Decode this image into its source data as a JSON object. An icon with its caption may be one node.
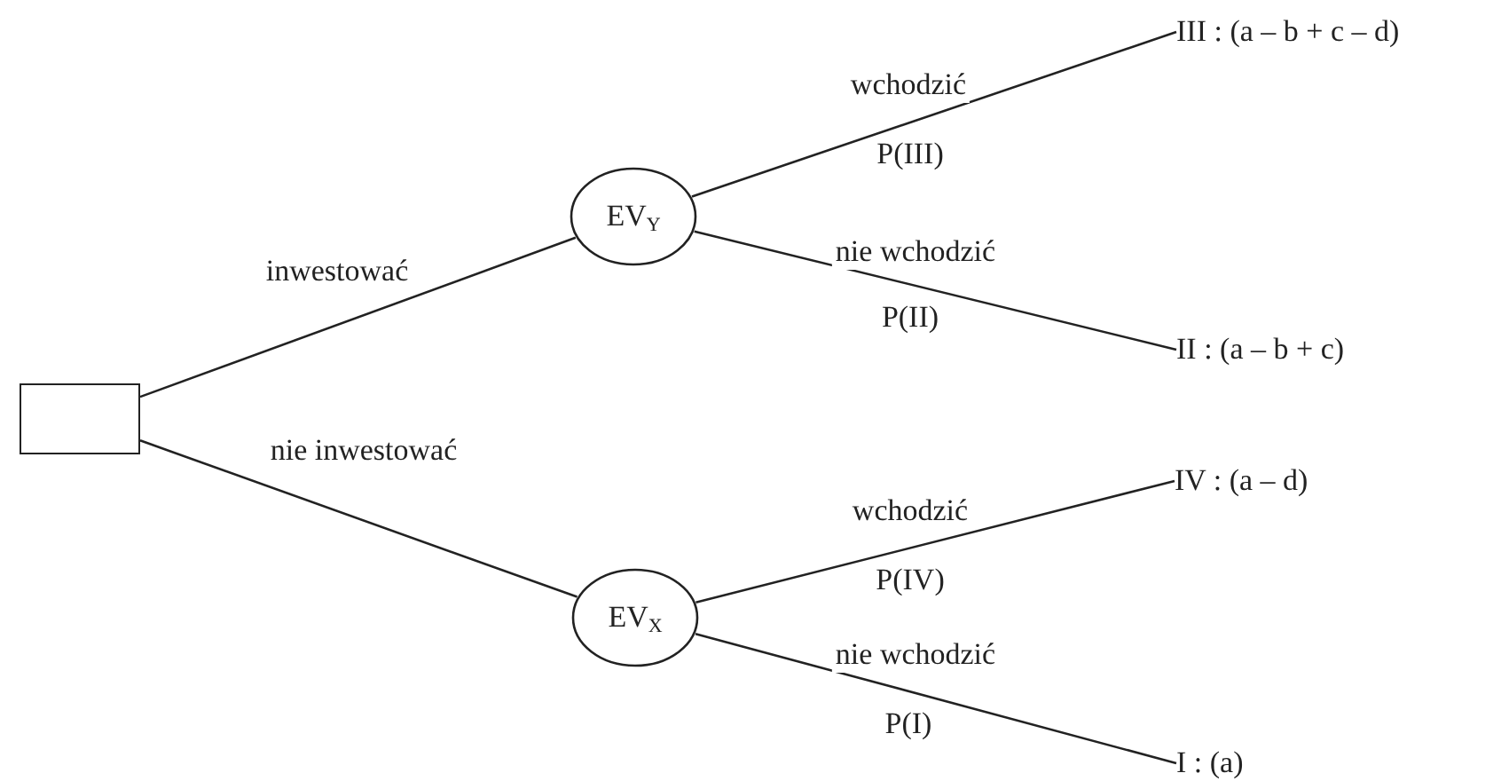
{
  "diagram": {
    "nodes": [
      {
        "text": [],
        "shape": "box"
      },
      {
        "text": [
          "EV$_{Y}$"
        ]
      },
      {
        "text": [
          "III : (a – b + c – d)"
        ]
      },
      {
        "text": [
          "II : (a – b + c)"
        ]
      },
      {
        "text": [
          "EV$_{X}$"
        ]
      },
      {
        "text": [
          "IV : (a – d)"
        ]
      },
      {
        "text": [
          "I : (a)"
        ]
      }
    ],
    "edges": [
      {
        "from": 0,
        "to": 1,
        "arrow": "none",
        "label": "inwestować"
      },
      {
        "from": 0,
        "to": 4,
        "arrow": "none",
        "label": "nie inwestować"
      },
      {
        "from": 1,
        "to": 2,
        "arrow": "none",
        "label": "wchodzić"
      },
      {
        "from": 1,
        "to": 3,
        "arrow": "none",
        "label": "nie wchodzić"
      },
      {
        "from": 4,
        "to": 5,
        "arrow": "none",
        "label": "wchodzić"
      },
      {
        "from": 4,
        "to": 6,
        "arrow": "none",
        "label": "nie wchodzić"
      }
    ],
    "labels": [
      "P(III)",
      "P(II)",
      "P(IV)",
      "P(I)"
    ]
  }
}
